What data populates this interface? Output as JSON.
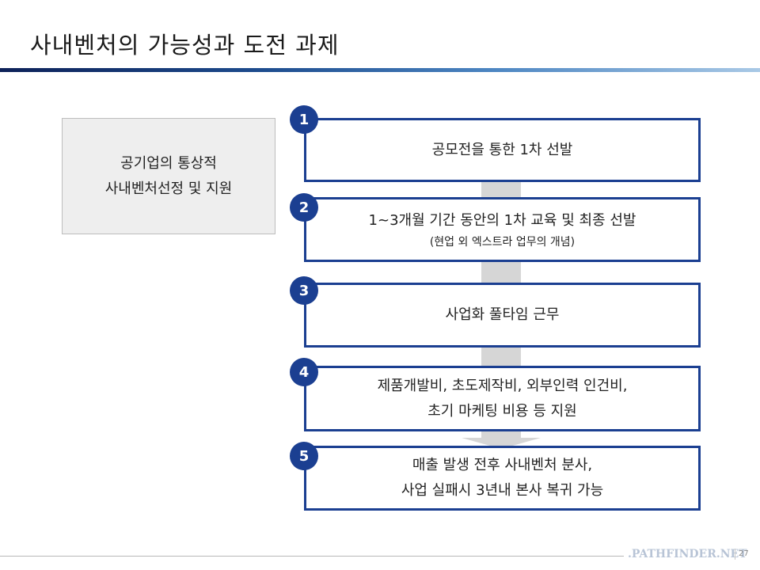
{
  "title": "사내벤처의 가능성과 도전 과제",
  "side_box": {
    "line1": "공기업의 통상적",
    "line2": "사내벤처선정 및 지원"
  },
  "steps": [
    {
      "number": "1",
      "line1": "공모전을 통한 1차 선발"
    },
    {
      "number": "2",
      "line1": "1~3개월 기간 동안의 1차 교육 및 최종 선발",
      "note": "(현업 외 엑스트라 업무의 개념)"
    },
    {
      "number": "3",
      "line1": "사업화 풀타임 근무"
    },
    {
      "number": "4",
      "line1": "제품개발비, 초도제작비, 외부인력 인건비,",
      "line2": "초기 마케팅 비용 등 지원"
    },
    {
      "number": "5",
      "line1": "매출 발생 전후 사내벤처 분사,",
      "line2": "사업 실패시 3년내 본사 복귀 가능"
    }
  ],
  "footer": {
    "logo": ".PATHFINDER.NET",
    "page": "27"
  },
  "colors": {
    "accent": "#1b3f91",
    "connector": "#d6d6d6",
    "side_box_bg": "#eeeeee"
  }
}
